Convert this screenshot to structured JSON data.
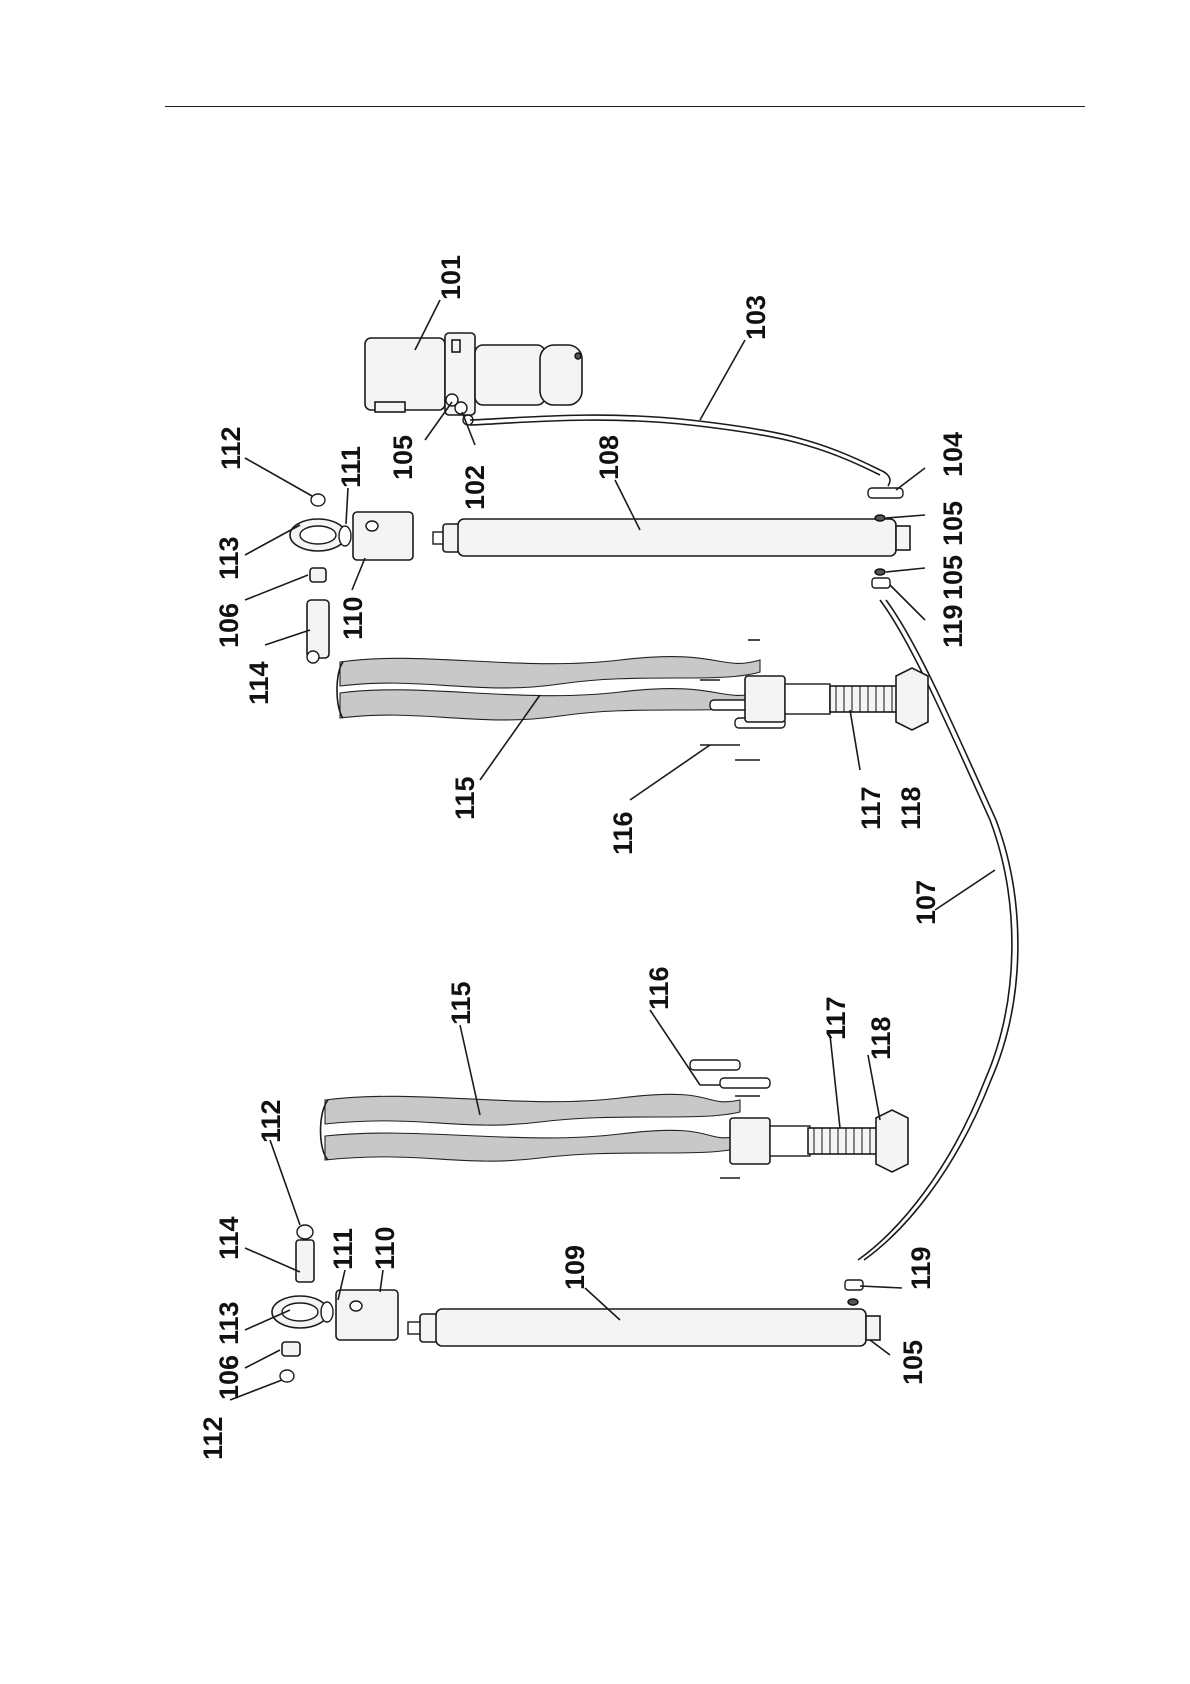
{
  "figure": {
    "callouts": [
      {
        "id": "c101",
        "label": "101"
      },
      {
        "id": "c103",
        "label": "103"
      },
      {
        "id": "c112a",
        "label": "112"
      },
      {
        "id": "c111a",
        "label": "111"
      },
      {
        "id": "c105a",
        "label": "105"
      },
      {
        "id": "c102",
        "label": "102"
      },
      {
        "id": "c108",
        "label": "108"
      },
      {
        "id": "c104",
        "label": "104"
      },
      {
        "id": "c105b",
        "label": "105"
      },
      {
        "id": "c105c",
        "label": "105"
      },
      {
        "id": "c119a",
        "label": "119"
      },
      {
        "id": "c113a",
        "label": "113"
      },
      {
        "id": "c106a",
        "label": "106"
      },
      {
        "id": "c110a",
        "label": "110"
      },
      {
        "id": "c114a",
        "label": "114"
      },
      {
        "id": "c115a",
        "label": "115"
      },
      {
        "id": "c116a",
        "label": "116"
      },
      {
        "id": "c117a",
        "label": "117"
      },
      {
        "id": "c118a",
        "label": "118"
      },
      {
        "id": "c107",
        "label": "107"
      },
      {
        "id": "c116b",
        "label": "116"
      },
      {
        "id": "c115b",
        "label": "115"
      },
      {
        "id": "c117b",
        "label": "117"
      },
      {
        "id": "c118b",
        "label": "118"
      },
      {
        "id": "c112b",
        "label": "112"
      },
      {
        "id": "c114b",
        "label": "114"
      },
      {
        "id": "c111b",
        "label": "111"
      },
      {
        "id": "c110b",
        "label": "110"
      },
      {
        "id": "c109",
        "label": "109"
      },
      {
        "id": "c119b",
        "label": "119"
      },
      {
        "id": "c113b",
        "label": "113"
      },
      {
        "id": "c106b",
        "label": "106"
      },
      {
        "id": "c112c",
        "label": "112"
      },
      {
        "id": "c105d",
        "label": "105"
      }
    ]
  }
}
